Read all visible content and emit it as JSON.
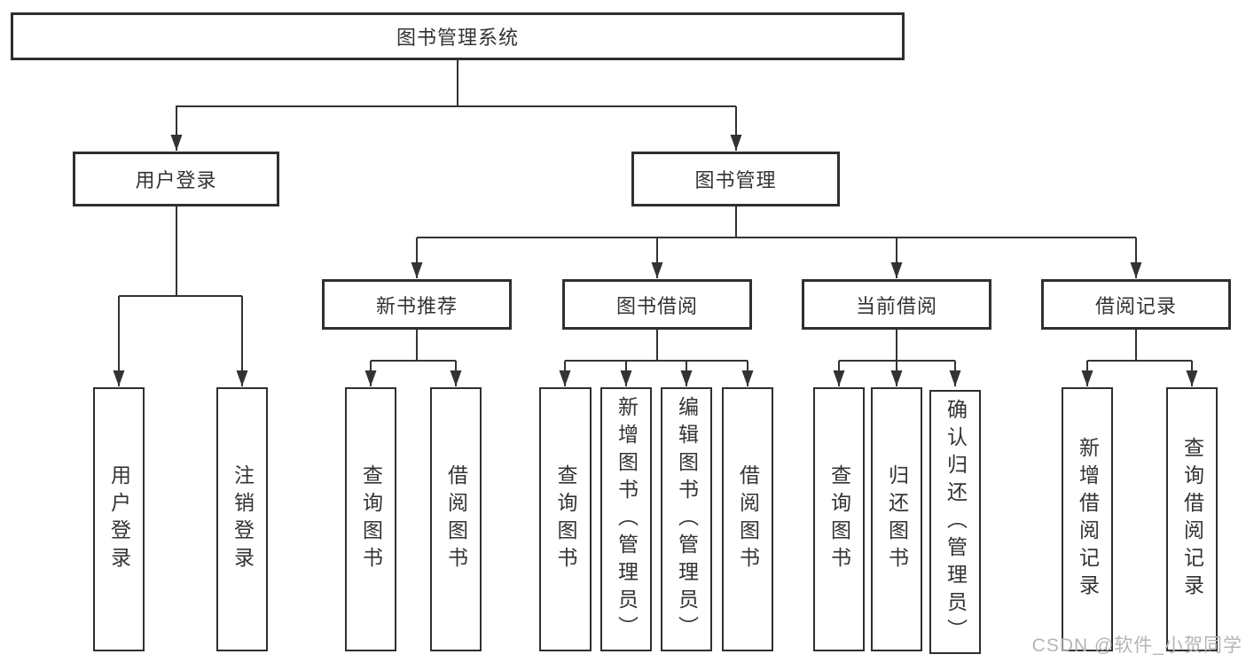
{
  "watermark": "CSDN @软件_小贺同学",
  "colors": {
    "background": "#ffffff",
    "box_border": "#2f2f2f",
    "connector_line": "#333333",
    "text": "#333333",
    "watermark_text": "#b5b5b5"
  },
  "tree": {
    "root": {
      "label": "图书管理系统"
    },
    "branches": [
      {
        "label": "用户登录",
        "children": [
          {
            "label": "用户登录"
          },
          {
            "label": "注销登录"
          }
        ]
      },
      {
        "label": "图书管理",
        "sections": [
          {
            "label": "新书推荐",
            "children": [
              {
                "label": "查询图书"
              },
              {
                "label": "借阅图书"
              }
            ]
          },
          {
            "label": "图书借阅",
            "children": [
              {
                "label": "查询图书"
              },
              {
                "label": "新增图书（管理员）"
              },
              {
                "label": "编辑图书（管理员）"
              },
              {
                "label": "借阅图书"
              }
            ]
          },
          {
            "label": "当前借阅",
            "children": [
              {
                "label": "查询图书"
              },
              {
                "label": "归还图书"
              },
              {
                "label": "确认归还（管理员）"
              }
            ]
          },
          {
            "label": "借阅记录",
            "children": [
              {
                "label": "新增借阅记录"
              },
              {
                "label": "查询借阅记录"
              }
            ]
          }
        ]
      }
    ]
  }
}
